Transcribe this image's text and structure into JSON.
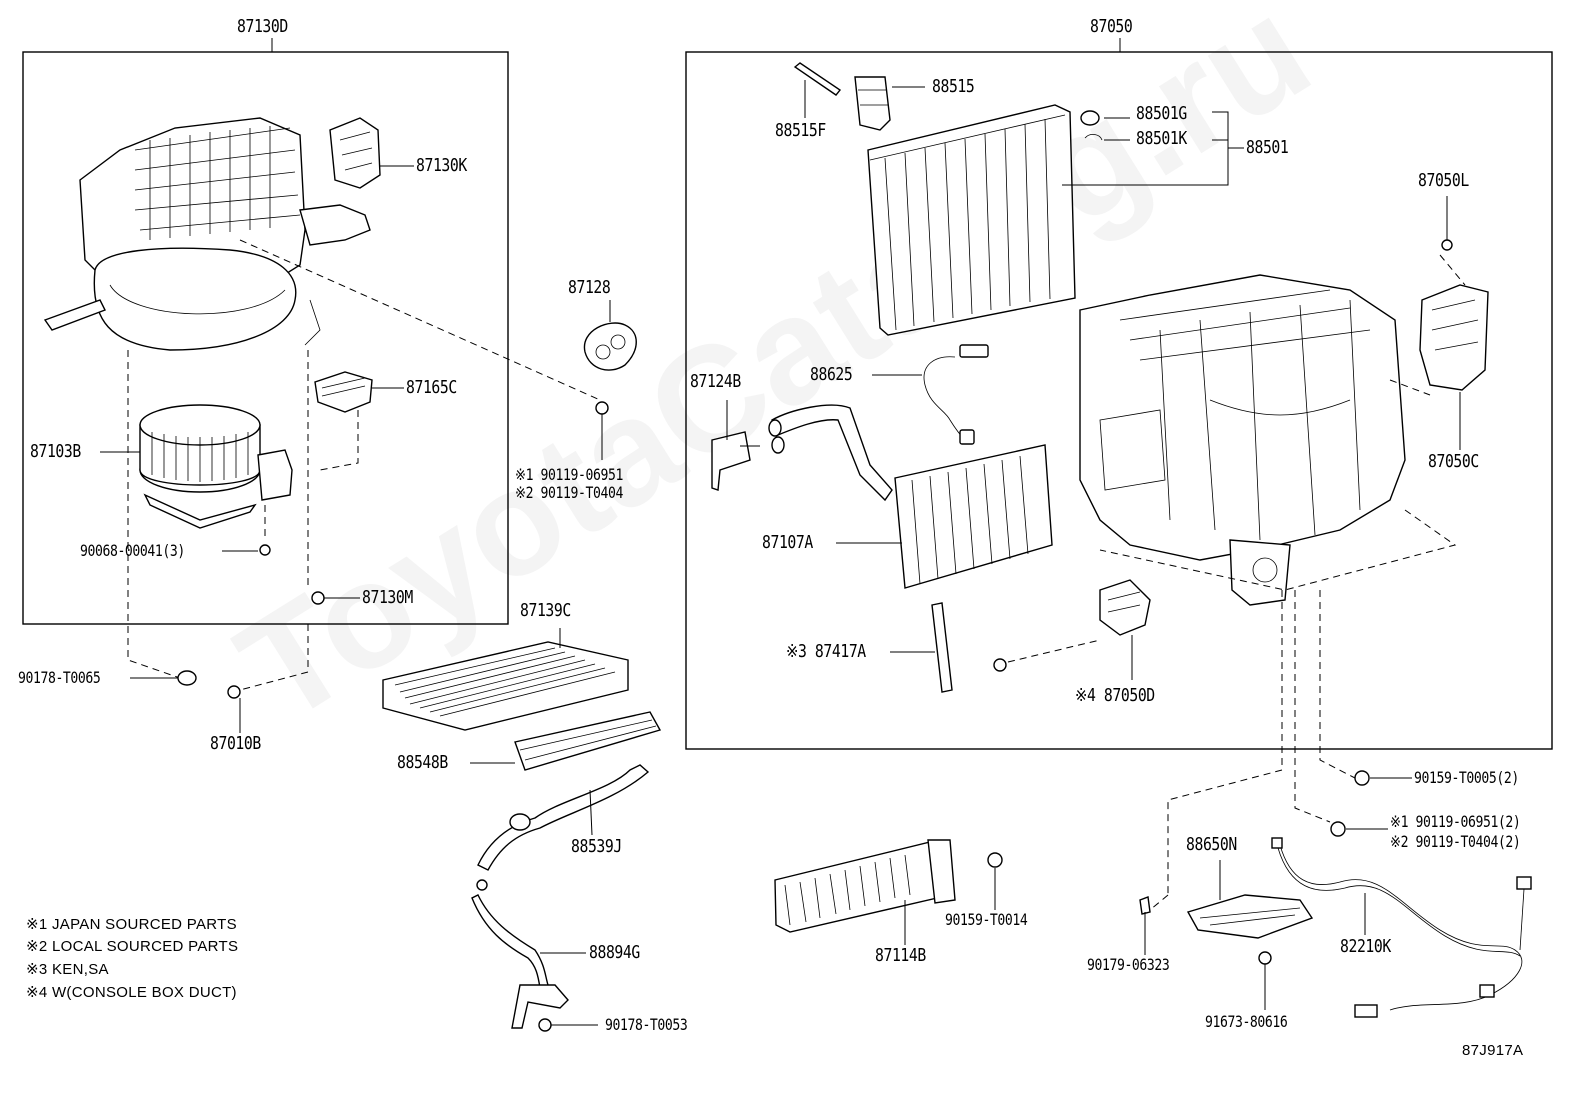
{
  "diagram": {
    "groups": {
      "left_box": "87130D",
      "right_box": "87050"
    },
    "labels": {
      "p87130K": "87130K",
      "p87165C": "87165C",
      "p87103B": "87103B",
      "p90068": "90068-00041(3)",
      "p87130M": "87130M",
      "p90178_T0065": "90178-T0065",
      "p87010B": "87010B",
      "p87128": "87128",
      "p90119_06951": "※1 90119-06951",
      "p90119_T0404": "※2 90119-T0404",
      "p87139C": "87139C",
      "p88548B": "88548B",
      "p88539J": "88539J",
      "p88894G": "88894G",
      "p90178_T0053": "90178-T0053",
      "p88515": "88515",
      "p88515F": "88515F",
      "p88501G": "88501G",
      "p88501K": "88501K",
      "p88501": "88501",
      "p87050L": "87050L",
      "p87050C": "87050C",
      "p88625": "88625",
      "p87124B": "87124B",
      "p87107A": "87107A",
      "p87417A": "※3 87417A",
      "p87050D": "※4 87050D",
      "p90159_T0005": "90159-T0005(2)",
      "p90119_06951_2": "※1 90119-06951(2)",
      "p90119_T0404_2": "※2 90119-T0404(2)",
      "p88650N": "88650N",
      "p82210K": "82210K",
      "p87114B": "87114B",
      "p90159_T0014": "90159-T0014",
      "p90179_06323": "90179-06323",
      "p91673_80616": "91673-80616"
    },
    "notes": [
      "※1 JAPAN SOURCED PARTS",
      "※2 LOCAL SOURCED PARTS",
      "※3 KEN,SA",
      "※4 W(CONSOLE BOX DUCT)"
    ],
    "figure_code": "87J917A",
    "watermark": "ToyotaCatalog.ru"
  }
}
